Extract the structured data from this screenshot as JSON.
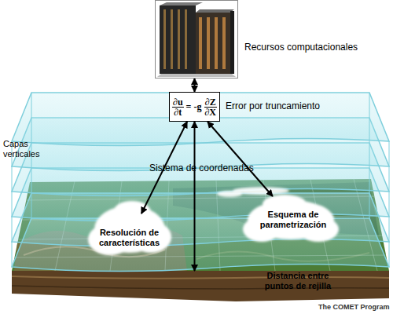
{
  "diagram": {
    "nodes": [
      {
        "text": [
          "Recursos computacionales"
        ]
      },
      {
        "text": [
          "∂u",
          "∂t",
          "= -g",
          "∂Z",
          "∂X"
        ]
      },
      {
        "text": [
          "Resolución de características"
        ]
      },
      {
        "text": [
          "Esquema de parametrización"
        ]
      },
      {
        "text": [
          "Distancia entre puntos de rejilla"
        ]
      }
    ],
    "edges": [
      {
        "from": 1,
        "to": 0,
        "arrow": "both"
      },
      {
        "from": 1,
        "to": 2,
        "arrow": "both"
      },
      {
        "from": 1,
        "to": 3,
        "arrow": "both"
      },
      {
        "from": 1,
        "to": 4,
        "arrow": "both"
      }
    ],
    "labels": [
      "Error por truncamiento",
      "Capas verticales",
      "Sistema de coordenadas",
      "The COMET Program"
    ]
  }
}
